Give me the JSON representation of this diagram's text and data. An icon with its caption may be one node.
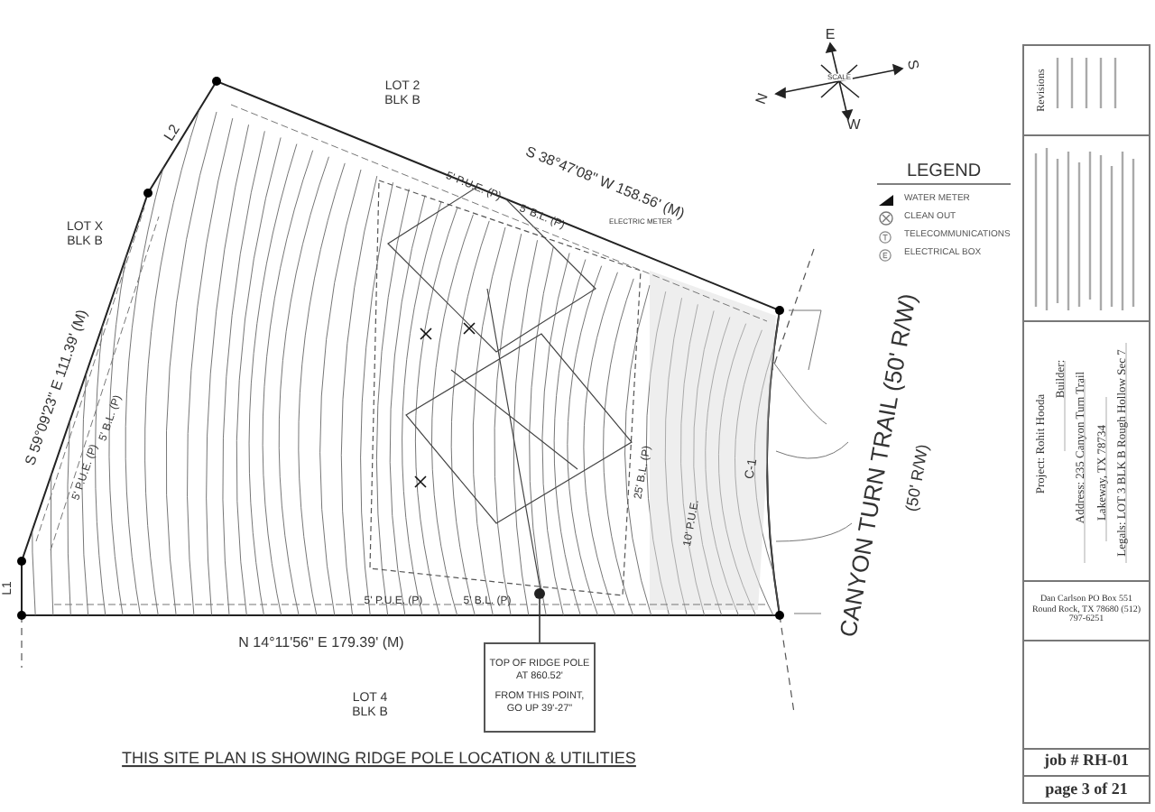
{
  "diagram": {
    "nodes": [
      {
        "text": [
          "TOP OF RIDGE POLE AT 860.52'",
          "FROM THIS POINT, GO UP 39'-27\""
        ]
      },
      {
        "text": [],
        "shape": "circle"
      }
    ],
    "edges": [
      {
        "from": 0,
        "to": 1,
        "arrow": "none"
      }
    ],
    "labels": [
      "LOT 2 BLK B",
      "S 38°47'08\" W 158.56' (M)",
      "L2",
      "LOT X BLK B",
      "S 59°09'23\" E 111.39' (M)",
      "5' P.U.E. (P)",
      "5' B.L. (P)",
      "5' P.U.E. (P)",
      "5' B.L. (P)",
      "ELECTRIC METER",
      "C-1",
      "10' P.U.E.",
      "25' B.L. (P)",
      "L1",
      "5' P.U.E. (P)",
      "5' B.L. (P)",
      "N 14°11'56\" E 179.39' (M)",
      "LOT 4 BLK B",
      "CANYON TURN TRAIL (50' R/W)",
      "(50' R/W)",
      "THIS SITE PLAN IS SHOWING RIDGE POLE LOCATION & UTILITIES",
      "LEGEND",
      "N",
      "S",
      "E",
      "W",
      "SCALE",
      "Revisions",
      "Project: Rohit Hooda",
      "Builder:",
      "Address: 235 Canyon Turn Trail",
      "Lakeway, TX 78734",
      "Legals: LOT 3 BLK B Rough Hollow Sec 7",
      "Dan Carlson PO Box 551 Round Rock, TX 78680 (512) 797-6251",
      "job # RH-01",
      "page 3 of 21"
    ],
    "legend": [
      {
        "text": "WATER METER"
      },
      {
        "text": "CLEAN OUT"
      },
      {
        "text": "TELECOMMUNICATIONS"
      },
      {
        "text": "ELECTRICAL BOX"
      }
    ]
  }
}
